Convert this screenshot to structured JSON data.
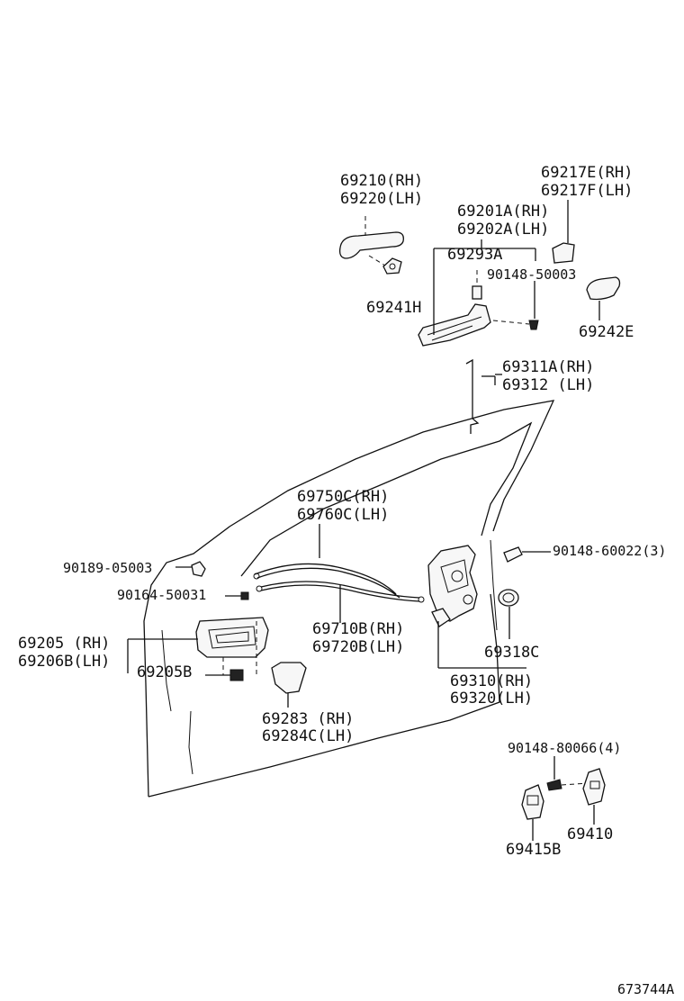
{
  "labels": {
    "outer_handle_rh": "69210(RH)",
    "outer_handle_lh": "69220(LH)",
    "handle_pad": "69241H",
    "frame_rh": "69201A(RH)",
    "frame_lh": "69202A(LH)",
    "frame_sub": "69293A",
    "cover_rh": "69217E(RH)",
    "cover_lh": "69217F(LH)",
    "screw_top": "90148-50003",
    "pad_right": "69242E",
    "rod_rh": "69311A(RH)",
    "rod_lh": "69312  (LH)",
    "cable_rh": "69750C(RH)",
    "cable_lh": "69760C(LH)",
    "clip_a": "90189-05003",
    "clip_b": "90164-50031",
    "screw_lock": "90148-60022(3)",
    "inner_rh": "69205  (RH)",
    "inner_lh": "69206B(LH)",
    "inner_screw": "69205B",
    "cable2_rh": "69710B(RH)",
    "cable2_lh": "69720B(LH)",
    "lock_cover": "69318C",
    "bezel_rh": "69283  (RH)",
    "bezel_lh": "69284C(LH)",
    "lock_rh": "69310(RH)",
    "lock_lh": "69320(LH)",
    "striker_screw": "90148-80066(4)",
    "striker": "69410",
    "striker_plate": "69415B",
    "figure_id": "673744A"
  }
}
